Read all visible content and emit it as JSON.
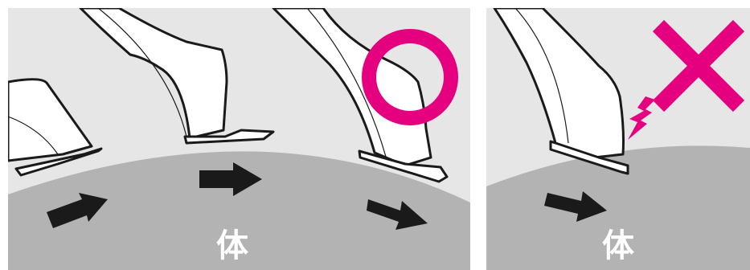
{
  "panels": [
    {
      "id": "left",
      "body_label": "体",
      "verdict": "correct",
      "verdict_symbol": "circle",
      "verdict_color": "#e5007f"
    },
    {
      "id": "right",
      "body_label": "体",
      "verdict": "incorrect",
      "verdict_symbol": "cross",
      "verdict_color": "#e5007f"
    }
  ],
  "colors": {
    "background": "#e6e6e6",
    "body": "#b3b3b3",
    "blade_fill": "#ffffff",
    "outline": "#1a1a1a",
    "arrow": "#1a1a1a",
    "accent": "#e5007f",
    "label": "#ffffff"
  }
}
